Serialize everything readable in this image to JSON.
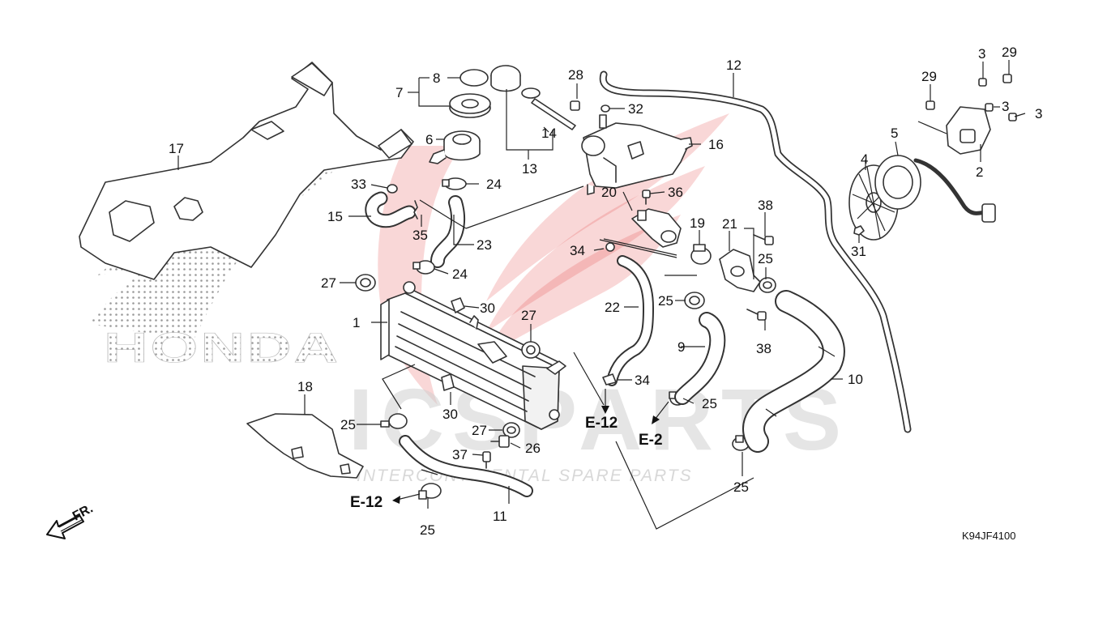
{
  "diagram_code": "K94JF4100",
  "watermark": {
    "brand_text": "ICSPARTS",
    "tagline": "INTERCONTINENTAL SPARE PARTS",
    "logo_text": "HONDA",
    "accent_color": "#e34a4a"
  },
  "callouts": [
    "1",
    "2",
    "3",
    "3",
    "3",
    "4",
    "5",
    "6",
    "7",
    "8",
    "9",
    "10",
    "11",
    "12",
    "13",
    "14",
    "15",
    "16",
    "17",
    "18",
    "19",
    "20",
    "21",
    "22",
    "23",
    "24",
    "24",
    "25",
    "25",
    "25",
    "25",
    "25",
    "25",
    "26",
    "27",
    "27",
    "27",
    "28",
    "29",
    "29",
    "30",
    "30",
    "31",
    "32",
    "33",
    "34",
    "34",
    "35",
    "36",
    "37",
    "38",
    "38"
  ],
  "references": {
    "ref_a": "E-12",
    "ref_b": "E-12",
    "ref_c": "E-2"
  },
  "direction_label": "FR."
}
